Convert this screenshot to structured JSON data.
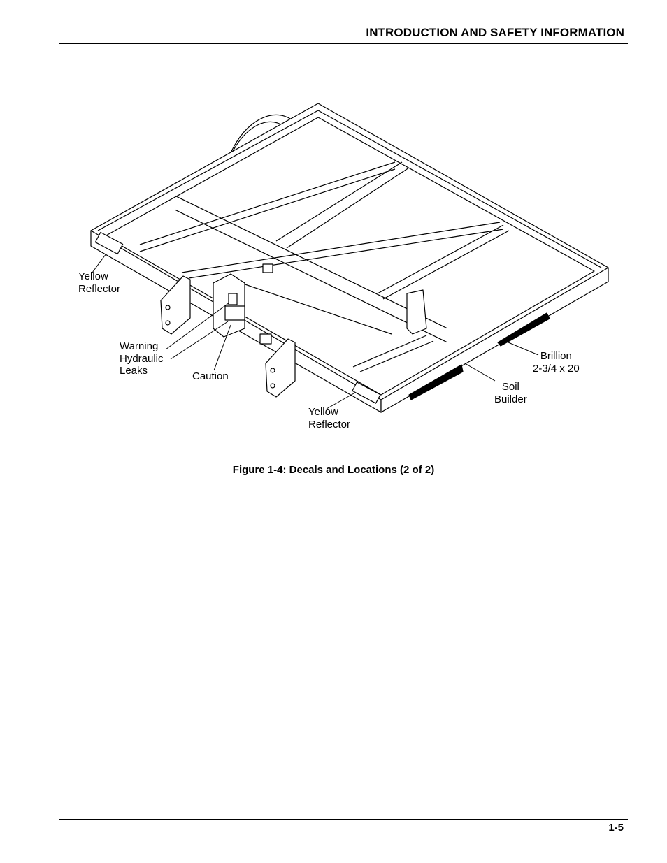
{
  "header": {
    "title": "INTRODUCTION AND SAFETY INFORMATION"
  },
  "figure": {
    "caption": "Figure 1-4:  Decals and Locations (2 of 2)",
    "callouts": {
      "yellow_reflector_left": [
        "Yellow",
        "Reflector"
      ],
      "warning_hydraulic": [
        "Warning",
        "Hydraulic",
        "Leaks"
      ],
      "caution": "Caution",
      "yellow_reflector_bottom": [
        "Yellow",
        "Reflector"
      ],
      "soil_builder": [
        "Soil",
        "Builder"
      ],
      "brillion": [
        "Brillion",
        "2-3/4 x 20"
      ]
    }
  },
  "footer": {
    "page_number": "1-5"
  }
}
